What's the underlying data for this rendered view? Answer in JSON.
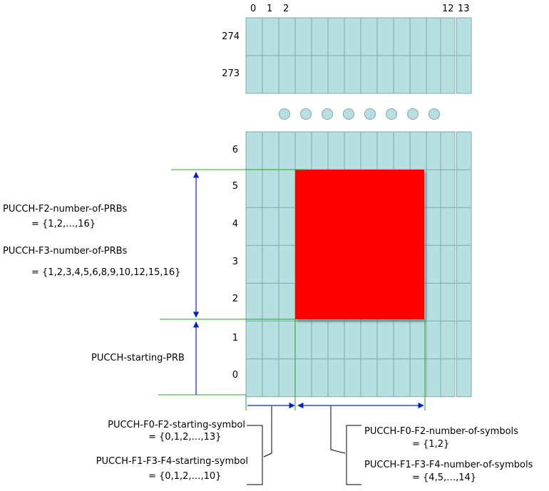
{
  "columns": {
    "first": [
      "0",
      "1",
      "2"
    ],
    "last": [
      "12",
      "13"
    ]
  },
  "rows": {
    "top": [
      "274",
      "273"
    ],
    "bottom": [
      "6",
      "5",
      "4",
      "3",
      "2",
      "1",
      "0"
    ]
  },
  "labels": {
    "f2_prbs": "PUCCH-F2-number-of-PRBs",
    "f2_prbs_values": "= {1,2,…,16}",
    "f3_prbs": "PUCCH-F3-number-of-PRBs",
    "f3_prbs_values": "= {1,2,3,4,5,6,8,9,10,12,15,16}",
    "starting_prb": "PUCCH-starting-PRB",
    "f0f2_start_sym": "PUCCH-F0-F2-starting-symbol",
    "f0f2_start_sym_values": "= {0,1,2,…,13}",
    "f1f3f4_start_sym": "PUCCH-F1-F3-F4-starting-symbol",
    "f1f3f4_start_sym_values": "= {0,1,2,…,10}",
    "f0f2_num_sym": "PUCCH-F0-F2-number-of-symbols",
    "f0f2_num_sym_values": "= {1,2}",
    "f1f3f4_num_sym": "PUCCH-F1-F3-F4-number-of-symbols",
    "f1f3f4_num_sym_values": "= {4,5,…,14}"
  },
  "colors": {
    "grid_fill": "#b7dfe0",
    "grid_line": "#7fa9ab",
    "pucch_block": "#ff0000",
    "guide_line": "#22aa22",
    "arrow": "#0022cc"
  }
}
